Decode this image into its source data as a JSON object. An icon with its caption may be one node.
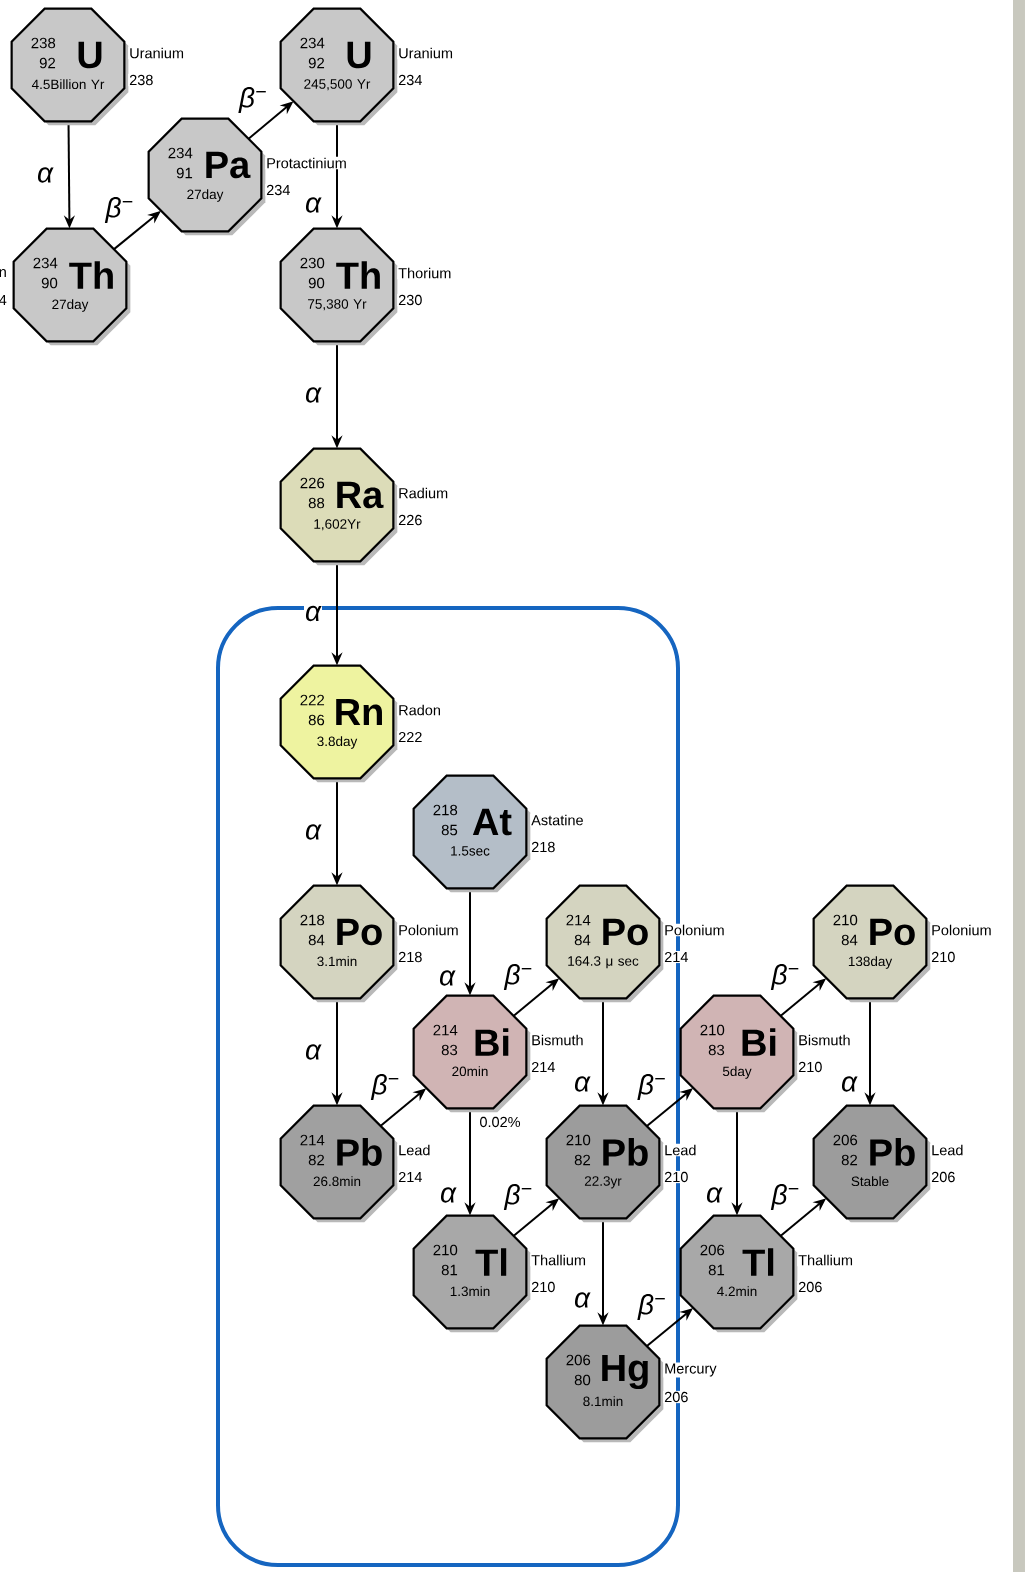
{
  "diagram": {
    "nodes": [
      {
        "text": [
          "238",
          "92",
          "U",
          "4.5Billion Yr"
        ],
        "beside": [
          "Uranium",
          "238"
        ]
      },
      {
        "text": [
          "234",
          "90",
          "Th",
          "27day"
        ],
        "beside": [
          "n",
          "4"
        ]
      },
      {
        "text": [
          "234",
          "91",
          "Pa",
          "27day"
        ],
        "beside": [
          "Protactinium",
          "234"
        ]
      },
      {
        "text": [
          "234",
          "92",
          "U",
          "245,500 Yr"
        ],
        "beside": [
          "Uranium",
          "234"
        ]
      },
      {
        "text": [
          "230",
          "90",
          "Th",
          "75,380 Yr"
        ],
        "beside": [
          "Thorium",
          "230"
        ]
      },
      {
        "text": [
          "226",
          "88",
          "Ra",
          "1,602Yr"
        ],
        "beside": [
          "Radium",
          "226"
        ]
      },
      {
        "text": [
          "222",
          "86",
          "Rn",
          "3.8day"
        ],
        "beside": [
          "Radon",
          "222"
        ]
      },
      {
        "text": [
          "218",
          "85",
          "At",
          "1.5sec"
        ],
        "beside": [
          "Astatine",
          "218"
        ]
      },
      {
        "text": [
          "218",
          "84",
          "Po",
          "3.1min"
        ],
        "beside": [
          "Polonium",
          "218"
        ]
      },
      {
        "text": [
          "214",
          "83",
          "Bi",
          "20min"
        ],
        "beside": [
          "Bismuth",
          "214"
        ]
      },
      {
        "text": [
          "214",
          "84",
          "Po",
          "164.3 μ sec"
        ],
        "beside": [
          "Polonium",
          "214"
        ]
      },
      {
        "text": [
          "214",
          "82",
          "Pb",
          "26.8min"
        ],
        "beside": [
          "Lead",
          "214"
        ]
      },
      {
        "text": [
          "210",
          "81",
          "Tl",
          "1.3min"
        ],
        "beside": [
          "Thallium",
          "210"
        ]
      },
      {
        "text": [
          "210",
          "82",
          "Pb",
          "22.3yr"
        ],
        "beside": [
          "Lead",
          "210"
        ]
      },
      {
        "text": [
          "206",
          "80",
          "Hg",
          "8.1min"
        ],
        "beside": [
          "Mercury",
          "206"
        ]
      },
      {
        "text": [
          "210",
          "83",
          "Bi",
          "5day"
        ],
        "beside": [
          "Bismuth",
          "210"
        ]
      },
      {
        "text": [
          "210",
          "84",
          "Po",
          "138day"
        ],
        "beside": [
          "Polonium",
          "210"
        ]
      },
      {
        "text": [
          "206",
          "81",
          "Tl",
          "4.2min"
        ],
        "beside": [
          "Thallium",
          "206"
        ]
      },
      {
        "text": [
          "206",
          "82",
          "Pb",
          "Stable"
        ],
        "beside": [
          "Lead",
          "206"
        ]
      }
    ],
    "edges": [
      {
        "from": 0,
        "to": 1,
        "arrow": "to",
        "label": "α"
      },
      {
        "from": 1,
        "to": 2,
        "arrow": "to",
        "label": "β$^{−}$"
      },
      {
        "from": 2,
        "to": 3,
        "arrow": "to",
        "label": "β$^{−}$"
      },
      {
        "from": 3,
        "to": 4,
        "arrow": "to",
        "label": "α"
      },
      {
        "from": 4,
        "to": 5,
        "arrow": "to",
        "label": "α"
      },
      {
        "from": 5,
        "to": 6,
        "arrow": "to",
        "label": "α"
      },
      {
        "from": 6,
        "to": 8,
        "arrow": "to",
        "label": "α"
      },
      {
        "from": 8,
        "to": 11,
        "arrow": "to",
        "label": "α"
      },
      {
        "from": 11,
        "to": 9,
        "arrow": "to",
        "label": "β$^{−}$"
      },
      {
        "from": 7,
        "to": 9,
        "arrow": "to",
        "label": "α"
      },
      {
        "from": 9,
        "to": 10,
        "arrow": "to",
        "label": "β$^{−}$"
      },
      {
        "from": 9,
        "to": 12,
        "arrow": "to",
        "label": "α"
      },
      {
        "from": 10,
        "to": 13,
        "arrow": "to",
        "label": "α"
      },
      {
        "from": 12,
        "to": 13,
        "arrow": "to",
        "label": "β$^{−}$"
      },
      {
        "from": 13,
        "to": 15,
        "arrow": "to",
        "label": "β$^{−}$"
      },
      {
        "from": 13,
        "to": 14,
        "arrow": "to",
        "label": "α"
      },
      {
        "from": 14,
        "to": 17,
        "arrow": "to",
        "label": "β$^{−}$"
      },
      {
        "from": 15,
        "to": 16,
        "arrow": "to",
        "label": "β$^{−}$"
      },
      {
        "from": 15,
        "to": 17,
        "arrow": "to",
        "label": "α"
      },
      {
        "from": 16,
        "to": 18,
        "arrow": "to",
        "label": "α"
      },
      {
        "from": 17,
        "to": 18,
        "arrow": "to",
        "label": "β$^{−}$"
      }
    ],
    "labels": [
      "0.02%"
    ]
  }
}
